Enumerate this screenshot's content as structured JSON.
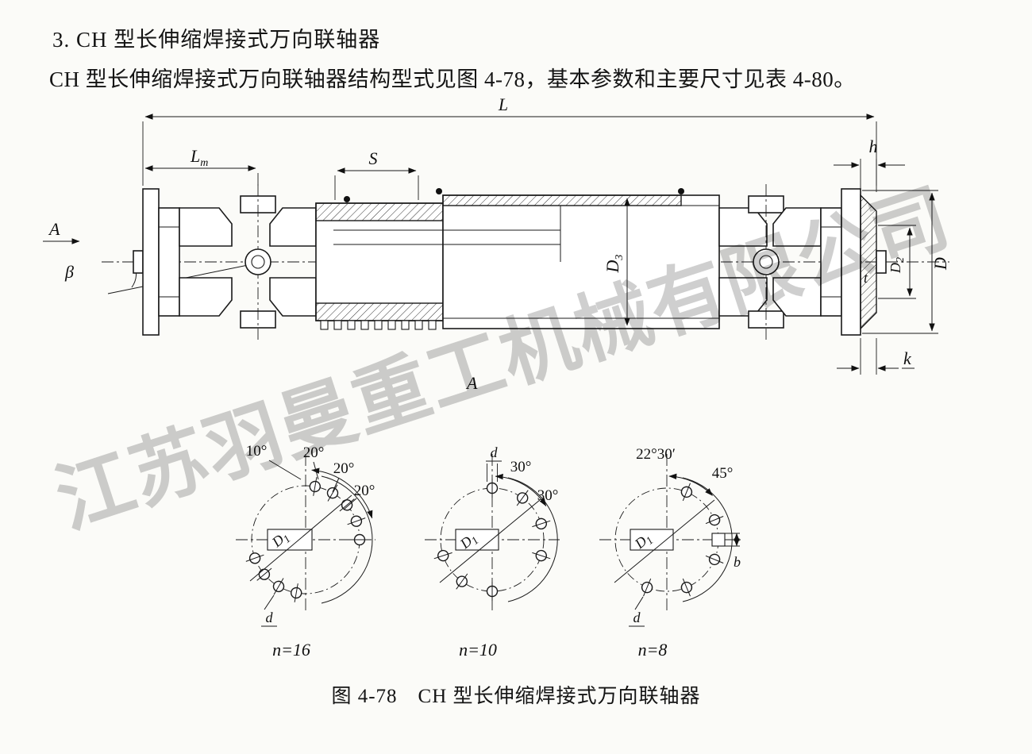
{
  "page": {
    "heading": "3. CH 型长伸缩焊接式万向联轴器",
    "body_text": "CH 型长伸缩焊接式万向联轴器结构型式见图 4-78，基本参数和主要尺寸见表 4-80。",
    "caption": "图 4-78　CH 型长伸缩焊接式万向联轴器",
    "watermark": "江苏羽曼重工机械有限公司"
  },
  "dims": {
    "L": "L",
    "Lm_main": "L",
    "Lm_sub": "m",
    "S": "S",
    "h": "h",
    "A_arrow": "A",
    "beta": "β",
    "D3_main": "D",
    "D3_sub": "3",
    "D2_main": "D",
    "D2_sub": "2",
    "D": "D",
    "t": "t",
    "k": "k",
    "A_view": "A"
  },
  "views": {
    "v1": {
      "angle1": "10°",
      "angle2": "20°",
      "angle3": "20°",
      "angle4": "20°",
      "D1_main": "D",
      "D1_sub": "1",
      "d": "d",
      "n": "n=16"
    },
    "v2": {
      "angle1": "30°",
      "angle2": "30°",
      "D1_main": "D",
      "D1_sub": "1",
      "d": "d",
      "n": "n=10"
    },
    "v3": {
      "angle1": "22°30′",
      "angle2": "45°",
      "D1_main": "D",
      "D1_sub": "1",
      "d": "d",
      "b": "b",
      "n": "n=8"
    }
  }
}
